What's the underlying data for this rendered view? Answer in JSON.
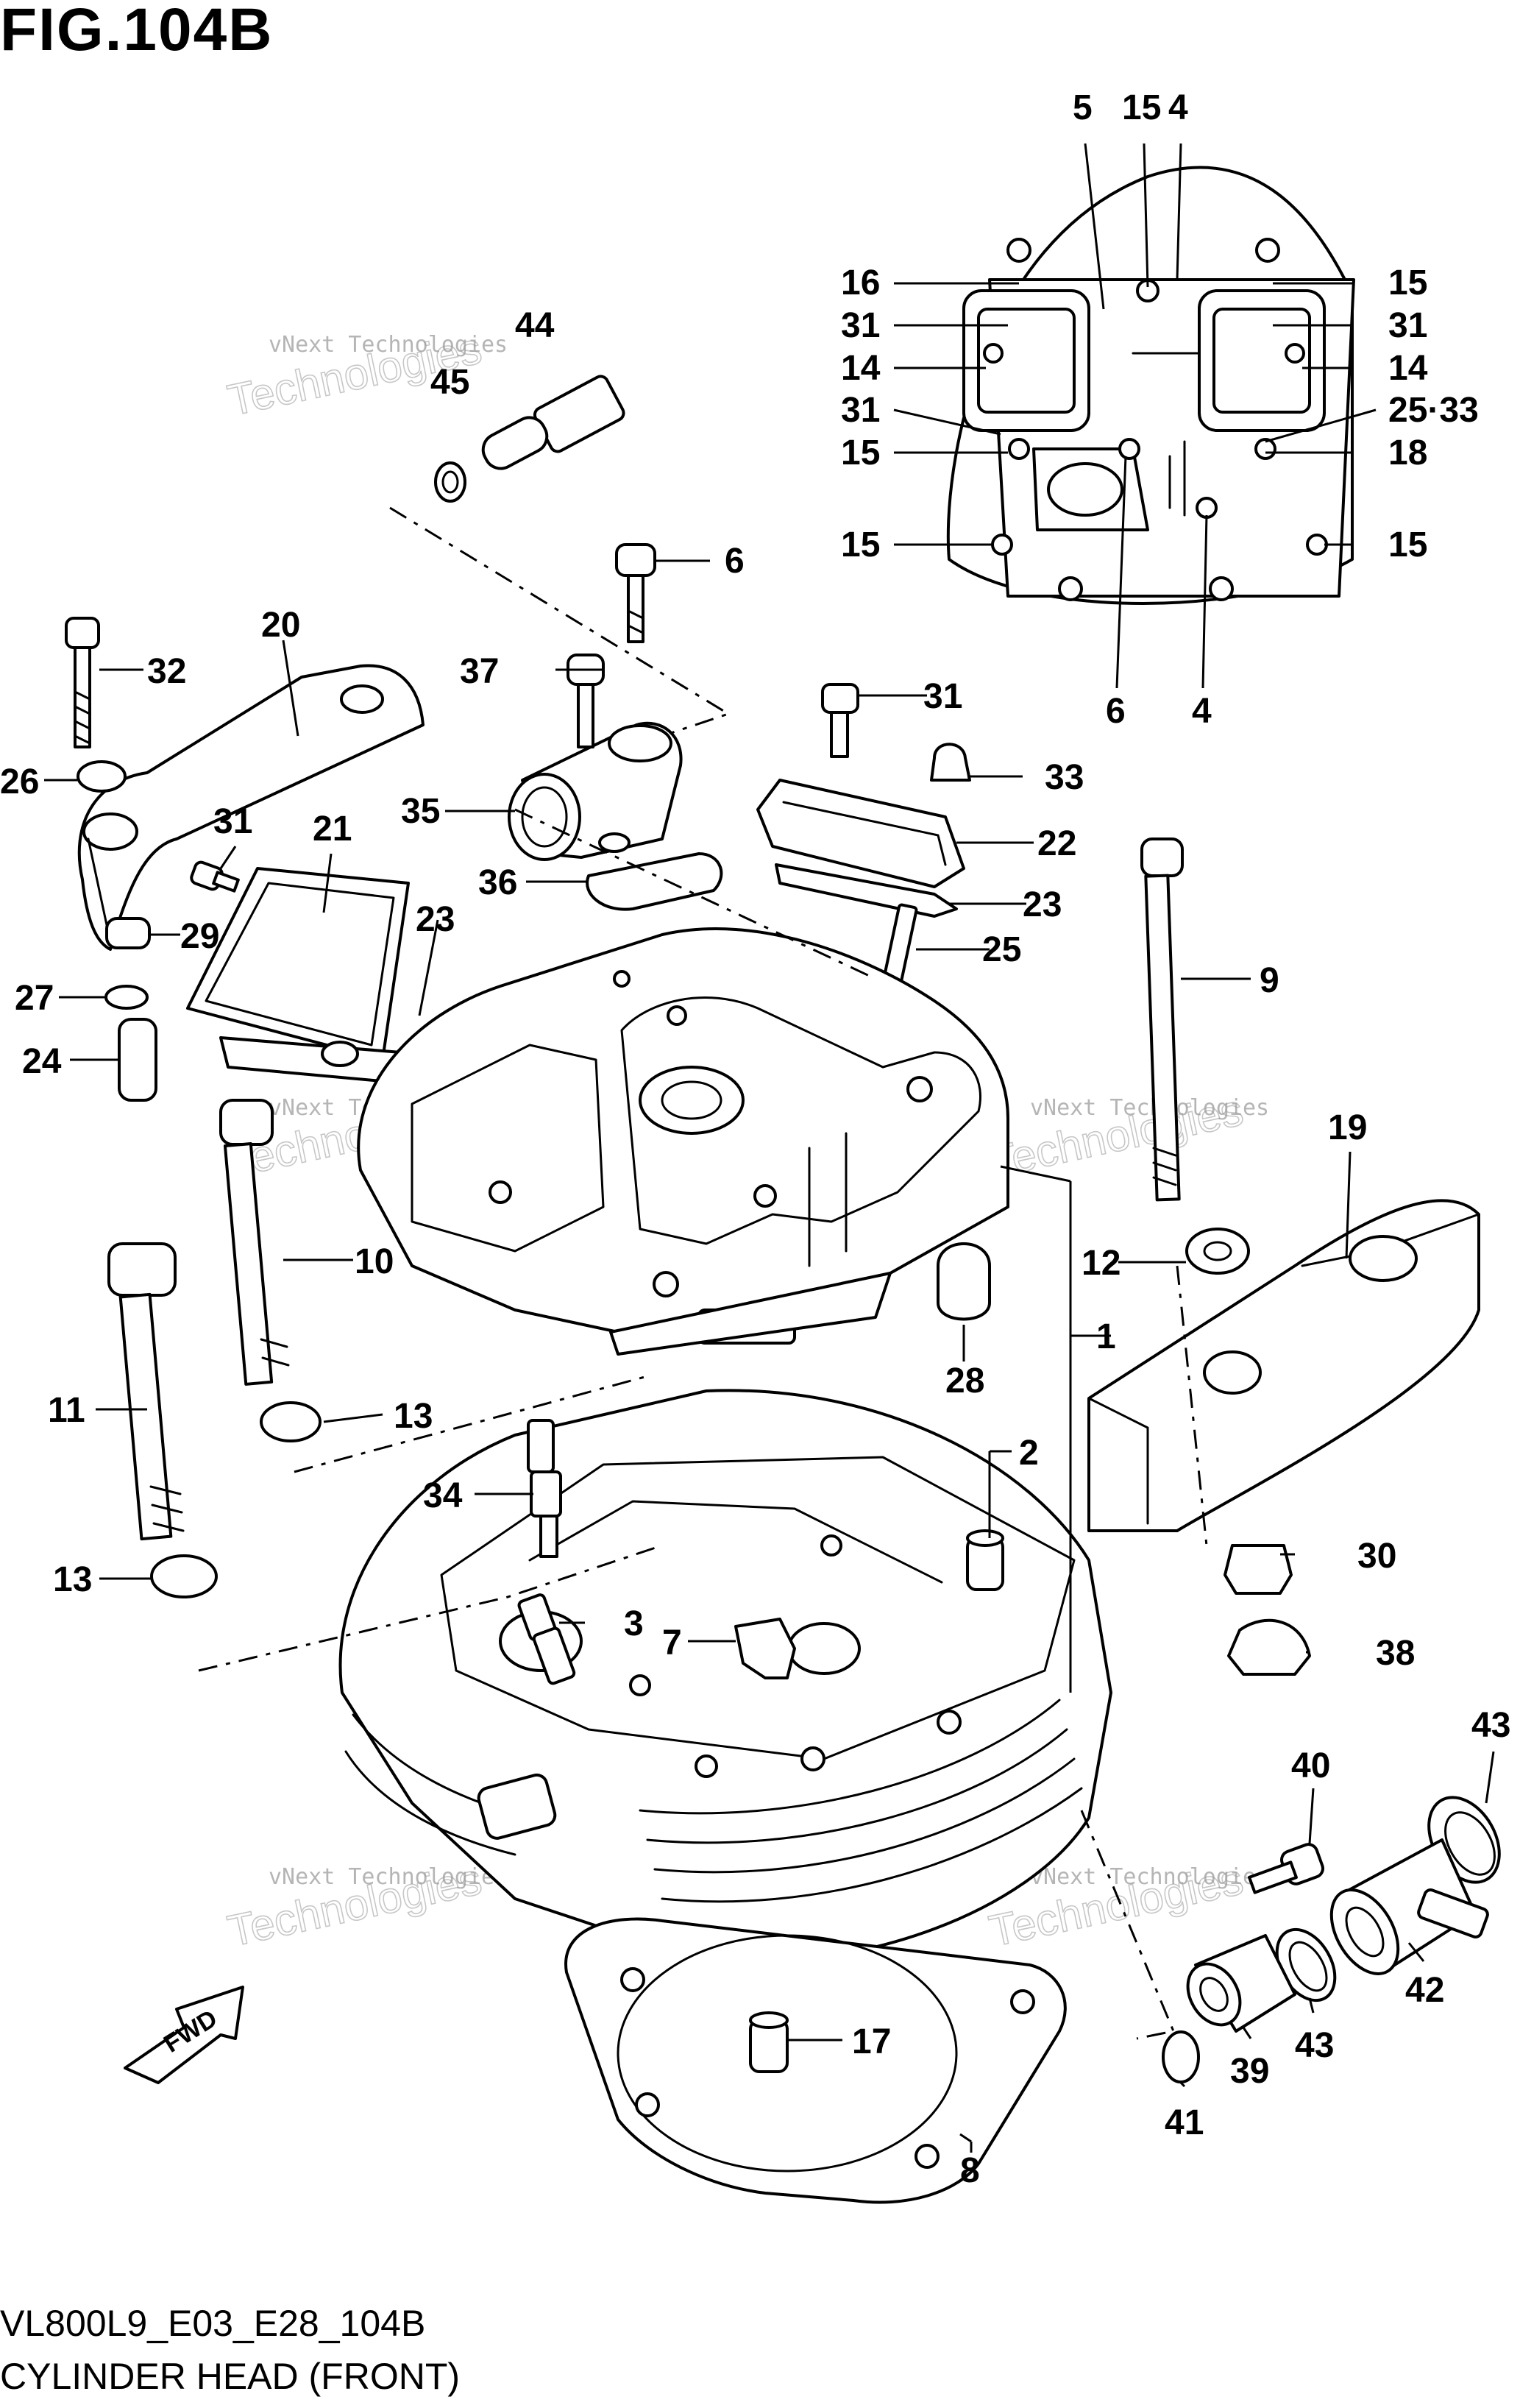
{
  "figure": {
    "title": "FIG.104B",
    "code": "VL800L9_E03_E28_104B",
    "name": "CYLINDER HEAD (FRONT)"
  },
  "watermark": {
    "line1": "vNext Technologies",
    "line2": "Technologies"
  },
  "direction_badge": {
    "label": "FWD",
    "icon": "fwd-arrow-icon"
  },
  "callouts": [
    {
      "id": "c-5",
      "label": "5"
    },
    {
      "id": "c-15a",
      "label": "15"
    },
    {
      "id": "c-4a",
      "label": "4"
    },
    {
      "id": "c-16",
      "label": "16"
    },
    {
      "id": "c-15b",
      "label": "15"
    },
    {
      "id": "c-31a",
      "label": "31"
    },
    {
      "id": "c-31b",
      "label": "31"
    },
    {
      "id": "c-14a",
      "label": "14"
    },
    {
      "id": "c-14b",
      "label": "14"
    },
    {
      "id": "c-31c",
      "label": "31"
    },
    {
      "id": "c-25-33",
      "label": "25·33"
    },
    {
      "id": "c-15c",
      "label": "15"
    },
    {
      "id": "c-18",
      "label": "18"
    },
    {
      "id": "c-15d",
      "label": "15"
    },
    {
      "id": "c-15e",
      "label": "15"
    },
    {
      "id": "c-6a",
      "label": "6"
    },
    {
      "id": "c-4b",
      "label": "4"
    },
    {
      "id": "c-44",
      "label": "44"
    },
    {
      "id": "c-45",
      "label": "45"
    },
    {
      "id": "c-6b",
      "label": "6"
    },
    {
      "id": "c-20",
      "label": "20"
    },
    {
      "id": "c-32",
      "label": "32"
    },
    {
      "id": "c-37",
      "label": "37"
    },
    {
      "id": "c-31d",
      "label": "31"
    },
    {
      "id": "c-33",
      "label": "33"
    },
    {
      "id": "c-26",
      "label": "26"
    },
    {
      "id": "c-35",
      "label": "35"
    },
    {
      "id": "c-22",
      "label": "22"
    },
    {
      "id": "c-31e",
      "label": "31"
    },
    {
      "id": "c-21",
      "label": "21"
    },
    {
      "id": "c-36",
      "label": "36"
    },
    {
      "id": "c-23a",
      "label": "23"
    },
    {
      "id": "c-23b",
      "label": "23"
    },
    {
      "id": "c-29",
      "label": "29"
    },
    {
      "id": "c-25",
      "label": "25"
    },
    {
      "id": "c-9",
      "label": "9"
    },
    {
      "id": "c-27",
      "label": "27"
    },
    {
      "id": "c-24",
      "label": "24"
    },
    {
      "id": "c-19",
      "label": "19"
    },
    {
      "id": "c-10",
      "label": "10"
    },
    {
      "id": "c-12",
      "label": "12"
    },
    {
      "id": "c-1",
      "label": "1"
    },
    {
      "id": "c-28",
      "label": "28"
    },
    {
      "id": "c-11",
      "label": "11"
    },
    {
      "id": "c-13a",
      "label": "13"
    },
    {
      "id": "c-2",
      "label": "2"
    },
    {
      "id": "c-34",
      "label": "34"
    },
    {
      "id": "c-30",
      "label": "30"
    },
    {
      "id": "c-13b",
      "label": "13"
    },
    {
      "id": "c-3",
      "label": "3"
    },
    {
      "id": "c-7",
      "label": "7"
    },
    {
      "id": "c-38",
      "label": "38"
    },
    {
      "id": "c-43a",
      "label": "43"
    },
    {
      "id": "c-40",
      "label": "40"
    },
    {
      "id": "c-42",
      "label": "42"
    },
    {
      "id": "c-43b",
      "label": "43"
    },
    {
      "id": "c-17",
      "label": "17"
    },
    {
      "id": "c-39",
      "label": "39"
    },
    {
      "id": "c-41",
      "label": "41"
    },
    {
      "id": "c-8",
      "label": "8"
    }
  ]
}
